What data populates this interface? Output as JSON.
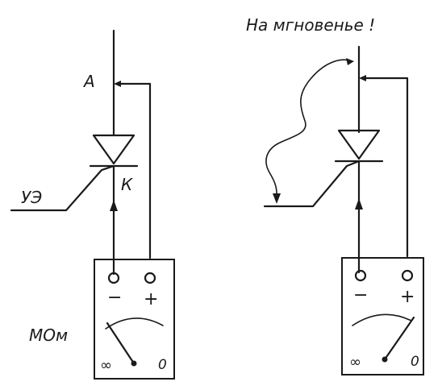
{
  "title_right": "На мгновенье !",
  "left": {
    "anode_label": "А",
    "cathode_label": "К",
    "gate_label": "УЭ",
    "meter_unit_label": "МОм",
    "meter_minus": "−",
    "meter_plus": "+",
    "scale_infinity": "∞",
    "scale_zero": "0",
    "needle_position": "infinity"
  },
  "right": {
    "meter_minus": "−",
    "meter_plus": "+",
    "scale_infinity": "∞",
    "scale_zero": "0",
    "needle_position": "zero"
  }
}
